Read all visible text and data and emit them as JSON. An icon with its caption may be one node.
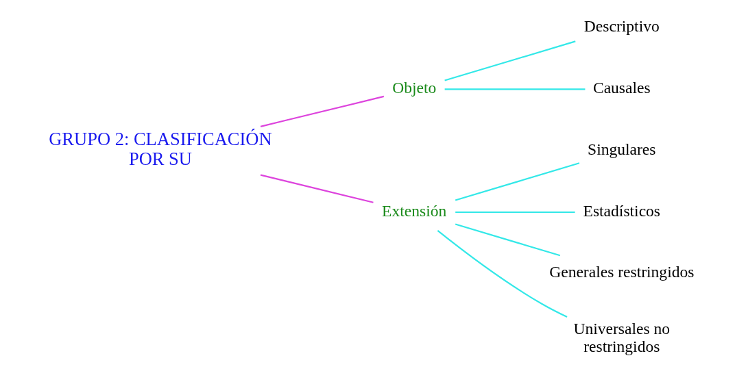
{
  "diagram": {
    "nodes": [
      {
        "text": [
          "GRUPO 2: CLASIFICACIÓN POR SU"
        ]
      },
      {
        "text": [
          "Objeto"
        ]
      },
      {
        "text": [
          "Descriptivo"
        ]
      },
      {
        "text": [
          "Causales"
        ]
      },
      {
        "text": [
          "Extensión"
        ]
      },
      {
        "text": [
          "Singulares"
        ]
      },
      {
        "text": [
          "Estadísticos"
        ]
      },
      {
        "text": [
          "Generales restringidos"
        ]
      },
      {
        "text": [
          "Universales no restringidos"
        ]
      }
    ],
    "edges": [
      {
        "from": 0,
        "to": 1,
        "arrow": "none",
        "color": "#dd44dd"
      },
      {
        "from": 0,
        "to": 4,
        "arrow": "none",
        "color": "#dd44dd"
      },
      {
        "from": 1,
        "to": 2,
        "arrow": "none"
      },
      {
        "from": 1,
        "to": 3,
        "arrow": "none"
      },
      {
        "from": 4,
        "to": 5,
        "arrow": "none"
      },
      {
        "from": 4,
        "to": 6,
        "arrow": "none"
      },
      {
        "from": 4,
        "to": 7,
        "arrow": "none"
      },
      {
        "from": 4,
        "to": 8,
        "arrow": "none"
      }
    ]
  }
}
